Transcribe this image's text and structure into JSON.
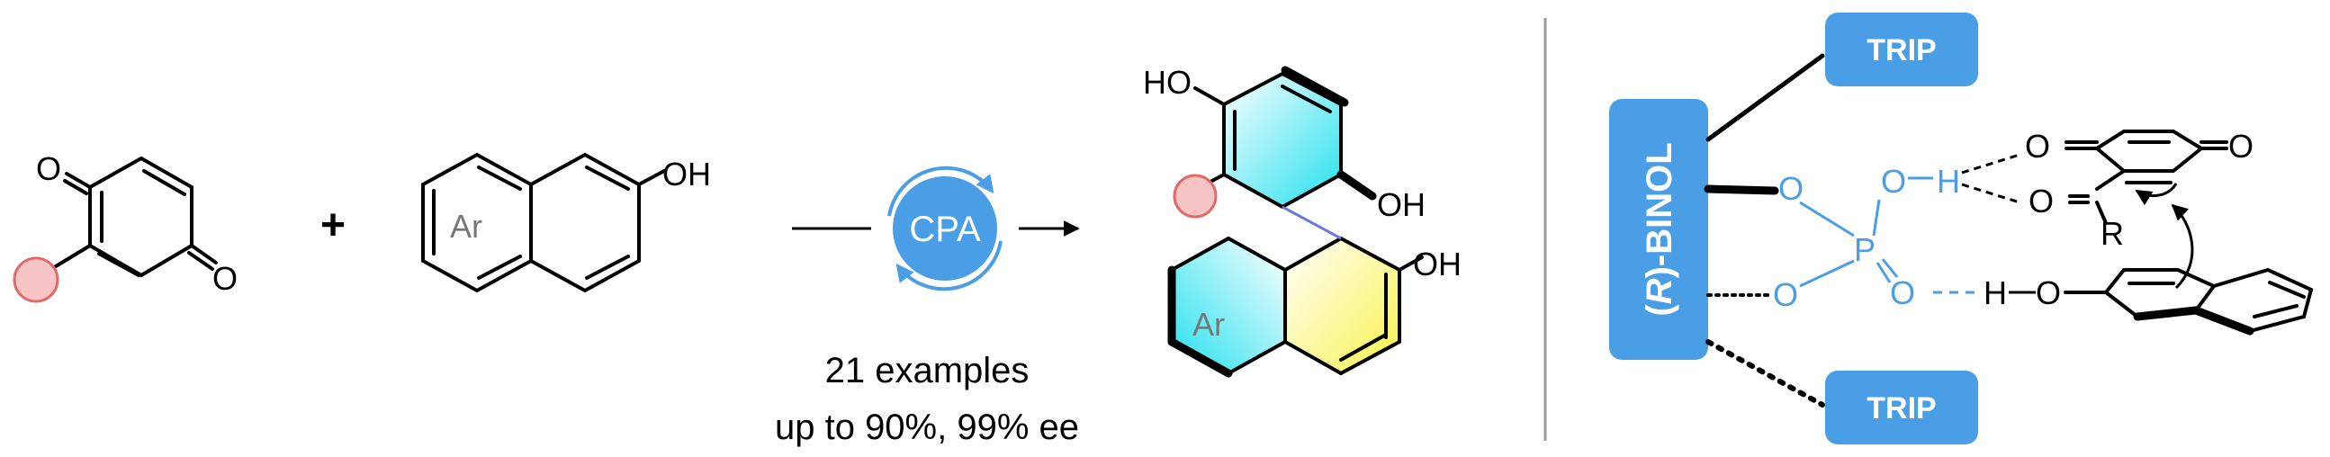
{
  "reactant_quinone": {
    "o_top": "O",
    "o_bottom": "O"
  },
  "plus": "+",
  "reactant_naphthol": {
    "ar": "Ar",
    "oh": "OH"
  },
  "catalyst": "CPA",
  "conditions": {
    "examples": "21 examples",
    "yield_ee": "up to 90%, 99% ee"
  },
  "product": {
    "ho": "HO",
    "oh_mid": "OH",
    "oh_low": "OH",
    "ar": "Ar"
  },
  "model": {
    "trip_top": "TRIP",
    "trip_bottom": "TRIP",
    "binol": "(R)-BINOL",
    "p": "P",
    "o1": "O",
    "o2": "O",
    "o3": "O",
    "o4": "O",
    "h1": "H",
    "h2": "H",
    "o5": "O",
    "q_o_a": "O",
    "q_o_b": "O",
    "q_o_c": "O",
    "r": "R"
  },
  "colors": {
    "accent": "#4a9ee6",
    "highlight_cyan": "#26e3ef",
    "highlight_yellow": "#fbf55a",
    "substituent": "#f6c4c4",
    "substituent_stroke": "#e06a6a",
    "divider": "#999999"
  }
}
